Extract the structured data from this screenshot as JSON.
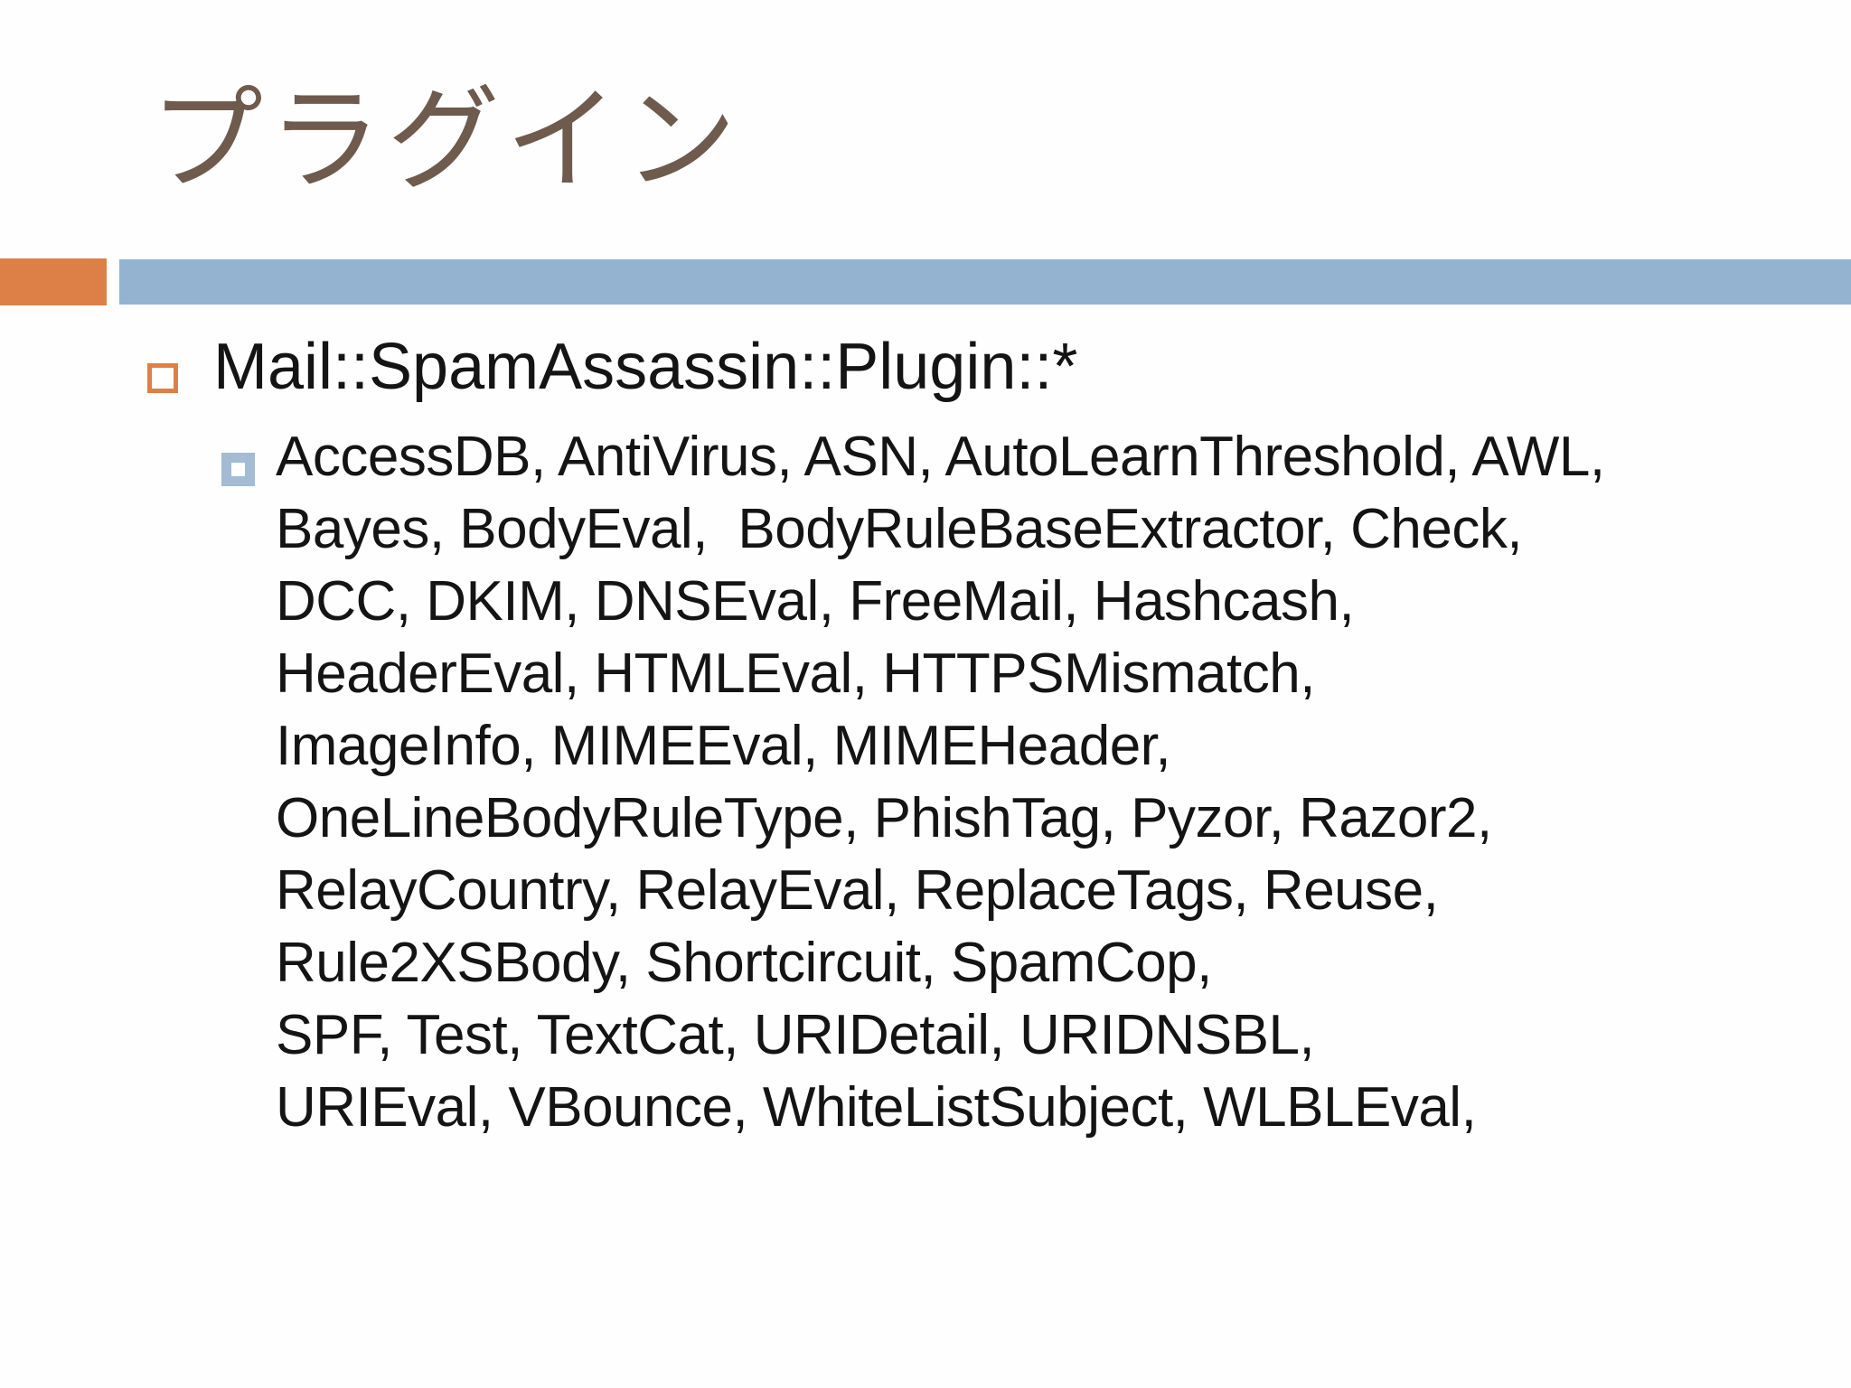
{
  "slide": {
    "title": "プラグイン",
    "main_bullet": {
      "text": "Mail::SpamAssassin::Plugin::*"
    },
    "plugin_list": {
      "lines": [
        "AccessDB, AntiVirus, ASN, AutoLearnThreshold, AWL,",
        "Bayes, BodyEval,  BodyRuleBaseExtractor, Check,",
        "DCC, DKIM, DNSEval, FreeMail, Hashcash,",
        "HeaderEval, HTMLEval, HTTPSMismatch,",
        "ImageInfo, MIMEEval, MIMEHeader,",
        "OneLineBodyRuleType, PhishTag, Pyzor, Razor2,",
        "RelayCountry, RelayEval, ReplaceTags, Reuse,",
        "Rule2XSBody, Shortcircuit, SpamCop,",
        "SPF, Test, TextCat, URIDetail, URIDNSBL,",
        "URIEval, VBounce, WhiteListSubject, WLBLEval,"
      ]
    },
    "colors": {
      "background": "#fefefe",
      "title-brown": "#6e5b4d",
      "accent-orange": "#dd8047",
      "accent-blue": "#94b3d1",
      "accent-blue-light": "#a3bbd3",
      "body-text": "#141414"
    }
  }
}
